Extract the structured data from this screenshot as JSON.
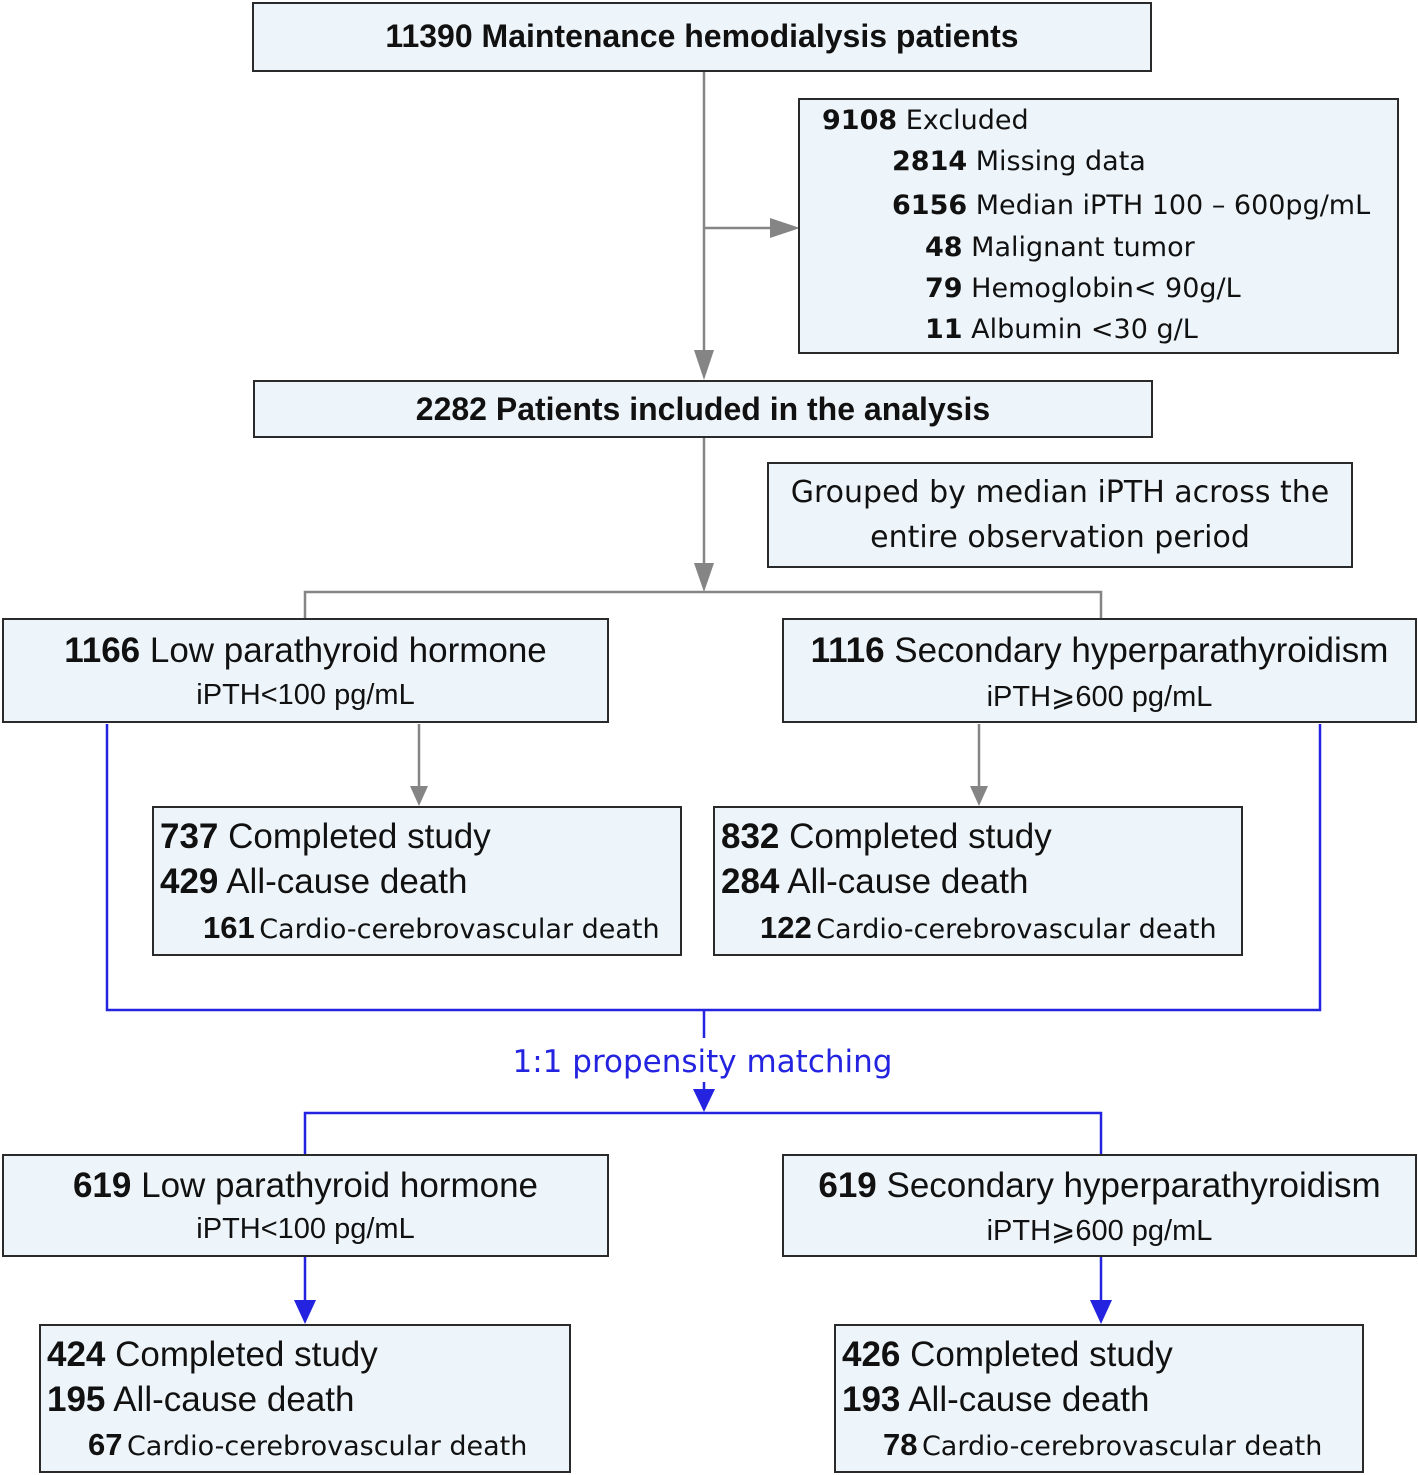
{
  "colors": {
    "box_fill": "#eef5fa",
    "box_border": "#2a2a2a",
    "gray_arrow": "#858585",
    "blue_arrow": "#2424e0"
  },
  "enrolled": {
    "count": "11390",
    "label": "Maintenance hemodialysis patients"
  },
  "excluded": {
    "total": {
      "count": "9108",
      "label": "Excluded"
    },
    "reasons": [
      {
        "count": "2814",
        "label": "Missing data"
      },
      {
        "count": "6156",
        "label": "Median iPTH  100 – 600pg/mL"
      },
      {
        "count": "48",
        "label": "Malignant tumor"
      },
      {
        "count": "79",
        "label": "Hemoglobin< 90g/L"
      },
      {
        "count": "11",
        "label": "Albumin <30 g/L"
      }
    ]
  },
  "included": {
    "count": "2282",
    "label": "Patients included in the analysis"
  },
  "grouping_note": {
    "line1": "Grouped by median iPTH across the",
    "line2": "entire observation period"
  },
  "before_matching": {
    "low": {
      "count": "1166",
      "label": "Low parathyroid hormone",
      "criterion": "iPTH<100 pg/mL"
    },
    "high": {
      "count": "1116",
      "label": "Secondary hyperparathyroidism",
      "criterion": "iPTH⩾600 pg/mL"
    },
    "low_outcomes": {
      "completed": {
        "count": "737",
        "label": "Completed study"
      },
      "death": {
        "count": "429",
        "label": "All-cause death"
      },
      "cv_death": {
        "count": "161",
        "label": "Cardio-cerebrovascular death"
      }
    },
    "high_outcomes": {
      "completed": {
        "count": "832",
        "label": "Completed study"
      },
      "death": {
        "count": "284",
        "label": "All-cause death"
      },
      "cv_death": {
        "count": "122",
        "label": "Cardio-cerebrovascular death"
      }
    }
  },
  "matching_label": "1:1 propensity matching",
  "after_matching": {
    "low": {
      "count": "619",
      "label": "Low parathyroid hormone",
      "criterion": "iPTH<100 pg/mL"
    },
    "high": {
      "count": "619",
      "label": "Secondary hyperparathyroidism",
      "criterion": "iPTH⩾600 pg/mL"
    },
    "low_outcomes": {
      "completed": {
        "count": "424",
        "label": "Completed study"
      },
      "death": {
        "count": "195",
        "label": "All-cause death"
      },
      "cv_death": {
        "count": "67",
        "label": "Cardio-cerebrovascular death"
      }
    },
    "high_outcomes": {
      "completed": {
        "count": "426",
        "label": "Completed study"
      },
      "death": {
        "count": "193",
        "label": "All-cause death"
      },
      "cv_death": {
        "count": "78",
        "label": "Cardio-cerebrovascular death"
      }
    }
  }
}
